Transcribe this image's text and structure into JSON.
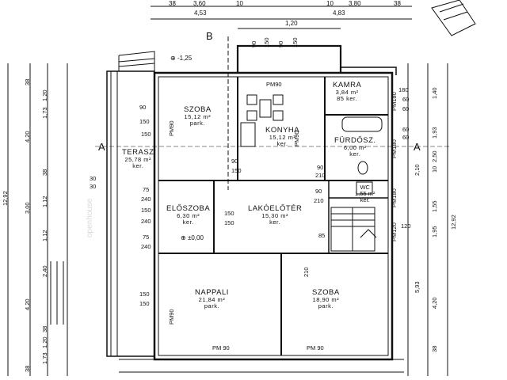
{
  "top_dims": {
    "row1": [
      "38",
      "3,60",
      "10",
      "3,80",
      "10",
      "38"
    ],
    "row2": [
      "4,53",
      "4,83"
    ],
    "row3": [
      "1,20"
    ]
  },
  "door_dims_top": [
    "90",
    "150",
    "90",
    "150"
  ],
  "levels": [
    "-1,25",
    "±0,00"
  ],
  "section_marks": [
    "B",
    "A",
    "A"
  ],
  "rooms": [
    {
      "name": "SZOBA",
      "area": "15,12 m²",
      "floor": "park."
    },
    {
      "name": "KONYHA",
      "area": "15,12 m²",
      "floor": "ker."
    },
    {
      "name": "KAMRA",
      "area": "3,84 m²",
      "floor": "85 ker."
    },
    {
      "name": "FÜRDŐSZ.",
      "area": "6,00 m²",
      "floor": "ker."
    },
    {
      "name": "TERASZ",
      "area": "25,78 m²",
      "floor": "ker."
    },
    {
      "name": "ELŐSZOBA",
      "area": "6,30 m²",
      "floor": "ker."
    },
    {
      "name": "LAKÓELŐTÉR",
      "area": "15,30 m²",
      "floor": "ker."
    },
    {
      "name": "NAPPALI",
      "area": "21,84 m²",
      "floor": "park."
    },
    {
      "name": "SZOBA",
      "area": "18,90 m²",
      "floor": "park."
    },
    {
      "name": "WC",
      "area": "1,55 m²",
      "floor": "ker."
    }
  ],
  "door_labels": [
    "PM90",
    "PM 90",
    "PM180",
    "PM180",
    "PM180",
    "PM120",
    "PM90",
    "PM90",
    "PM 90",
    "PM90",
    "210",
    "90",
    "210"
  ],
  "left_dims": [
    "38",
    "1,20",
    "1,73",
    "4,20",
    "38",
    "3,00",
    "1,12",
    "2,40",
    "1,12",
    "38",
    "1,20",
    "4,20",
    "1,73",
    "38",
    "12,92"
  ],
  "right_dims": [
    "1,40",
    "1,93",
    "2,50",
    "10",
    "2,10",
    "1,55",
    "1,95",
    "5,93",
    "4,20",
    "38",
    "12,92"
  ],
  "misc_labels": [
    "30",
    "30",
    "90",
    "150",
    "75",
    "240",
    "150",
    "240",
    "75",
    "240",
    "150",
    "150",
    "150",
    "180",
    "150",
    "85",
    "120",
    "60",
    "60",
    "60",
    "60",
    "90",
    "210",
    "150",
    "90",
    "150"
  ],
  "watermark": "openhouse"
}
